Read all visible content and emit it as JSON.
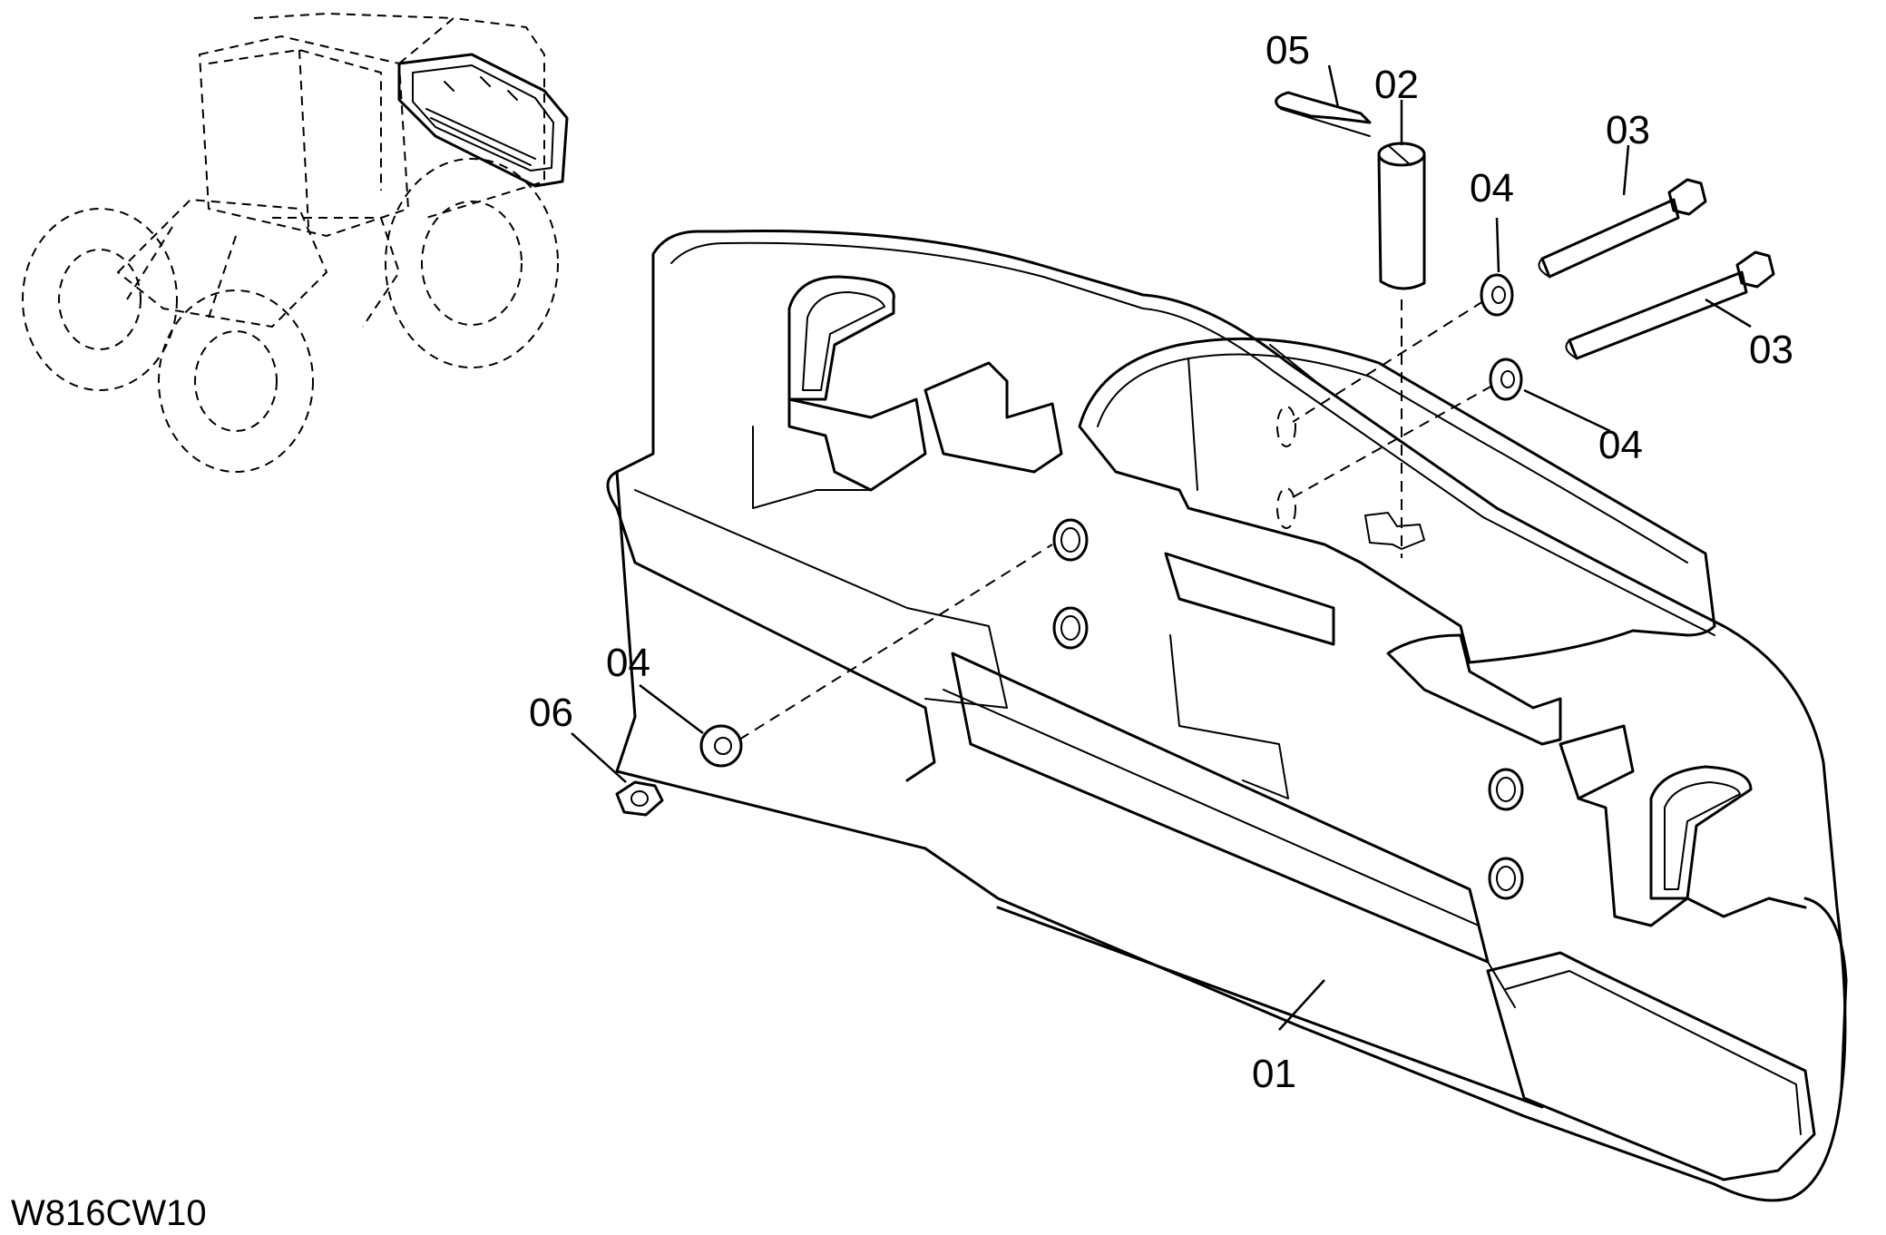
{
  "drawing_code": "W816CW10",
  "callouts": [
    {
      "id": "01",
      "text": "01"
    },
    {
      "id": "02",
      "text": "02"
    },
    {
      "id": "03a",
      "text": "03"
    },
    {
      "id": "03b",
      "text": "03"
    },
    {
      "id": "04a",
      "text": "04"
    },
    {
      "id": "04b",
      "text": "04"
    },
    {
      "id": "04c",
      "text": "04"
    },
    {
      "id": "05",
      "text": "05"
    },
    {
      "id": "06",
      "text": "06"
    }
  ]
}
